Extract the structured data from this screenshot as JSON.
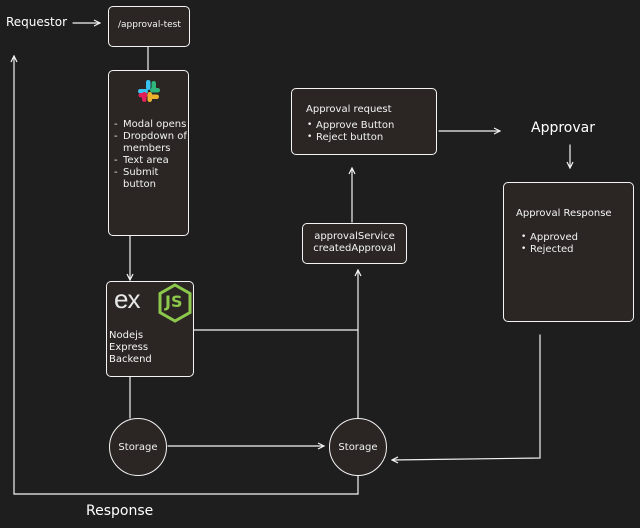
{
  "labels": {
    "requestor": "Requestor",
    "response": "Response",
    "approvar": "Approvar"
  },
  "slash_command": {
    "text": "/approval-test"
  },
  "slack_modal": {
    "icon": "slack-icon",
    "items": [
      "Modal opens",
      "Dropdown of members",
      "Text area",
      "Submit button"
    ]
  },
  "backend": {
    "logo_left": "ex",
    "logo_right": "JS",
    "line1": "Nodejs",
    "line2": "Express Backend"
  },
  "storage_left": {
    "label": "Storage"
  },
  "storage_right": {
    "label": "Storage"
  },
  "approval_service": {
    "line1": "approvalService",
    "line2": "createdApproval"
  },
  "approval_request": {
    "title": "Approval request",
    "items": [
      "Approve Button",
      "Reject button"
    ]
  },
  "approval_response": {
    "title": "Approval Response",
    "items": [
      "Approved",
      "Rejected"
    ]
  },
  "colors": {
    "background": "#1f1e1e",
    "box_fill": "#2b2624",
    "stroke": "#f4f4f4",
    "node_green": "#8cc84b"
  }
}
